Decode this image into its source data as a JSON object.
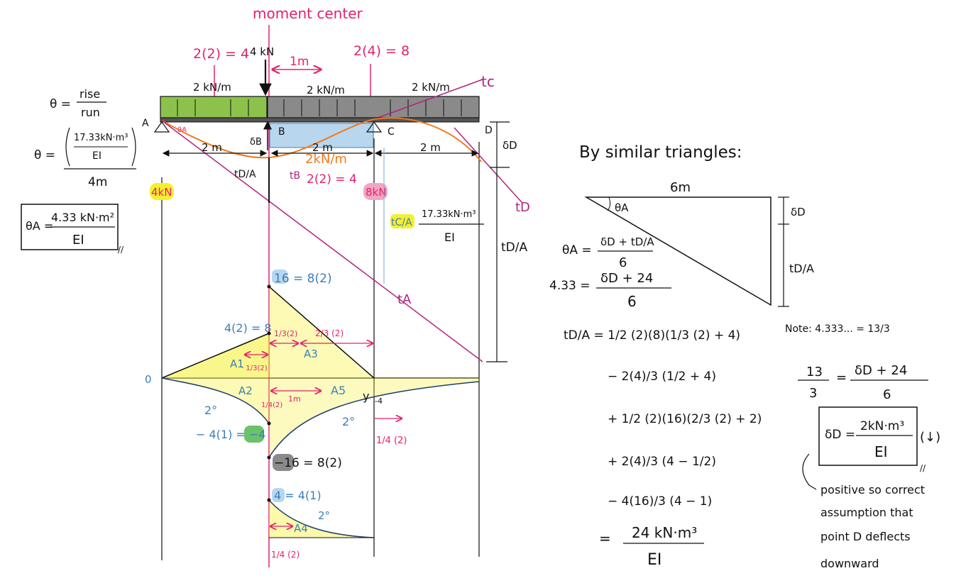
{
  "colors": {
    "pink": "#e3226f",
    "blue": "#3b7fb8",
    "orange": "#f07a1e",
    "purple": "#b0247f",
    "green_load": "#8cc24b",
    "gray_load": "#8a8a8a",
    "highlight_yellow": "#f5f02a",
    "highlight_pink": "#f2a6c2",
    "highlight_blue": "#b8d7ef",
    "highlight_green": "#6ac26a"
  },
  "top": {
    "moment_center": "moment center",
    "load_2_2": "2(2) = 4",
    "load_4kN": "4 kN",
    "dist_1m": "1m",
    "load_2_4": "2(4) = 8",
    "udl_1": "2 kN/m",
    "udl_2": "2 kN/m",
    "udl_3": "2 kN/m",
    "label_tc": "tc"
  },
  "beam": {
    "A": "A",
    "B": "B",
    "C": "C",
    "D": "D",
    "theta_small": "θA",
    "delta_B": "δB",
    "delta_D": "δD",
    "span_AB": "2 m",
    "span_BC": "2 m",
    "span_CD": "2 m",
    "udl_under": "2kN/m",
    "t_DA": "tD/A",
    "t_B": "tB",
    "t_B_val": "2(2) = 4",
    "reaction_A": "4kN",
    "reaction_C": "8kN",
    "t_CA_label": "tC/A",
    "t_CA_num": "17.33kN·m³",
    "t_CA_den": "EI",
    "t_D": "tD",
    "t_DA_right": "tD/A",
    "t_A": "tA"
  },
  "left": {
    "theta_rise": "θ =",
    "rise": "rise",
    "run": "run",
    "theta_eq": "θ =",
    "theta_num": "17.33kN·m³",
    "theta_num_den": "EI",
    "theta_den": "4m",
    "thetaA_lhs": "θA =",
    "thetaA_num": "4.33 kN·m²",
    "thetaA_den": "EI",
    "thetaA_mark": "//"
  },
  "moment_diagram": {
    "zero": "0",
    "v16": "16 = 8(2)",
    "v8": "4(2) = 8",
    "third_2": "1/3(2)",
    "two_third_2": "2/3 (2)",
    "A1": "A1",
    "A1_arm": "· 1/3(2)",
    "A3": "A3",
    "A2": "A2",
    "A2_arm": "1/4(2)",
    "im": "1m",
    "A5": "A5",
    "y_mark": "y",
    "neg4_right": "-4",
    "deg2_a": "2°",
    "deg2_b": "2°",
    "neg4_left": "− 4(1) = −4",
    "quarter_2": "1/4 (2)",
    "neg16": "−16 = 8(2)",
    "v4": "4 = 4(1)",
    "deg2_c": "2°",
    "A4": "A4",
    "quarter_bottom": "1/4 (2)"
  },
  "right": {
    "title": "By similar triangles:",
    "tri_top": "6m",
    "tri_theta": "θA",
    "tri_dD": "δD",
    "tri_tDA": "tD/A",
    "eq1_lhs": "θA =",
    "eq1_num": "δD + tD/A",
    "eq1_den": "6",
    "eq2_lhs": "4.33 =",
    "eq2_num": "δD + 24",
    "eq2_den": "6",
    "tDA_1": "tD/A = 1/2 (2)(8)(1/3 (2) + 4)",
    "tDA_2": "− 2(4)/3 (1/2 + 4)",
    "tDA_3": "+ 1/2 (2)(16)(2/3 (2) + 2)",
    "tDA_4": "+ 2(4)/3 (4 − 1/2)",
    "tDA_5": "− 4(16)/3 (4 − 1)",
    "tDA_res_eq": "=",
    "tDA_res_num": "24 kN·m³",
    "tDA_res_den": "EI",
    "note": "Note: 4.333... = 13/3",
    "frac13": "13",
    "frac13_den": "3",
    "frac13_eq": "=",
    "frac13_num2": "δD + 24",
    "frac13_den2": "6",
    "ans_lhs": "δD =",
    "ans_num": "2kN·m³",
    "ans_den": "EI",
    "ans_dir": "(↓)",
    "ans_mark": "//",
    "comment_1": "positive so correct",
    "comment_2": "assumption that",
    "comment_3": "point D deflects",
    "comment_4": "downward"
  }
}
